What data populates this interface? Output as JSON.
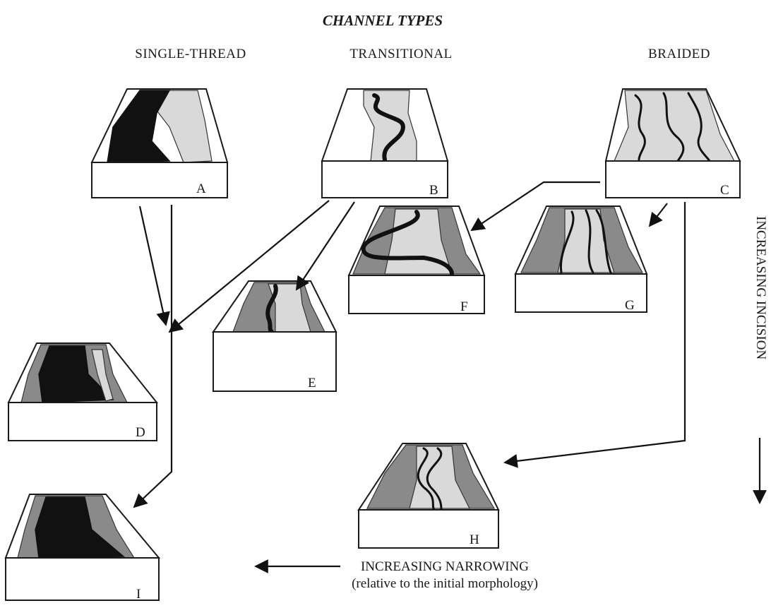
{
  "title": "CHANNEL TYPES",
  "columns": {
    "single_thread": "SINGLE-THREAD",
    "transitional": "TRANSITIONAL",
    "braided": "BRAIDED"
  },
  "blocks": {
    "A": "A",
    "B": "B",
    "C": "C",
    "D": "D",
    "E": "E",
    "F": "F",
    "G": "G",
    "H": "H",
    "I": "I"
  },
  "axes": {
    "incision_label": "INCREASING INCISION",
    "narrowing_label": "INCREASING NARROWING",
    "narrowing_sub": "(relative to the initial morphology)"
  },
  "colors": {
    "dark": "#111111",
    "mid_gray": "#8a8a8a",
    "light_gray": "#d9d9d9"
  }
}
